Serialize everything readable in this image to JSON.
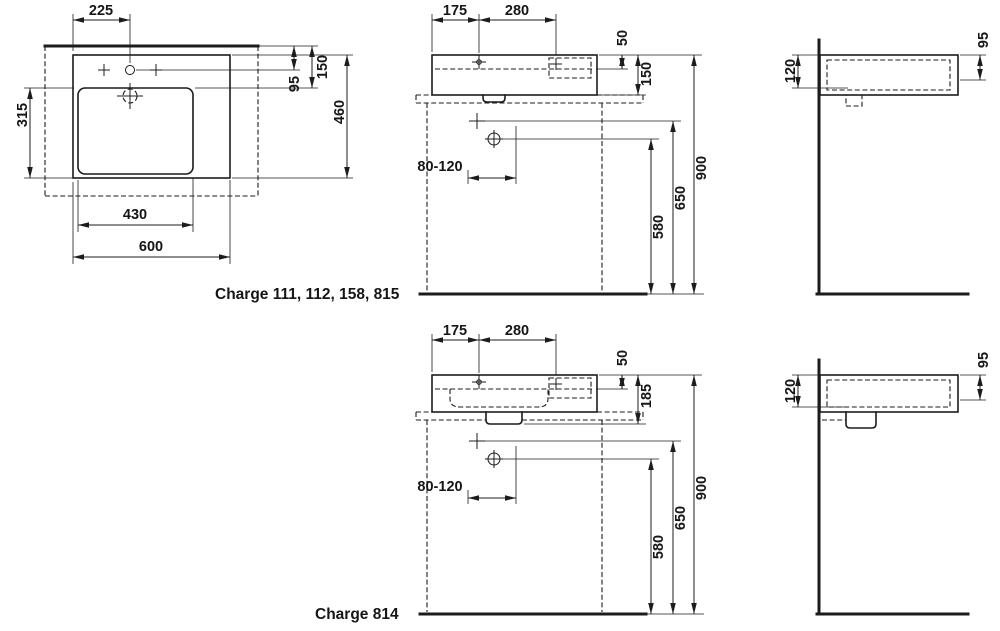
{
  "labels": {
    "series_top": "Charge 111, 112, 158, 815",
    "series_bottom": "Charge 814"
  },
  "plan_view": {
    "d225": "225",
    "d150": "150",
    "d95": "95",
    "d460": "460",
    "d315": "315",
    "d430": "430",
    "d600": "600"
  },
  "front_view_top": {
    "d175": "175",
    "d280": "280",
    "d50": "50",
    "d150": "150",
    "d80_120": "80-120",
    "d580": "580",
    "d650": "650",
    "d900": "900"
  },
  "side_view_top": {
    "d120": "120",
    "d95": "95"
  },
  "front_view_bottom": {
    "d175": "175",
    "d280": "280",
    "d50": "50",
    "d185": "185",
    "d80_120": "80-120",
    "d580": "580",
    "d650": "650",
    "d900": "900"
  },
  "side_view_bottom": {
    "d120": "120",
    "d95": "95"
  },
  "colors": {
    "line": "#1c1c1c",
    "background": "#ffffff"
  }
}
